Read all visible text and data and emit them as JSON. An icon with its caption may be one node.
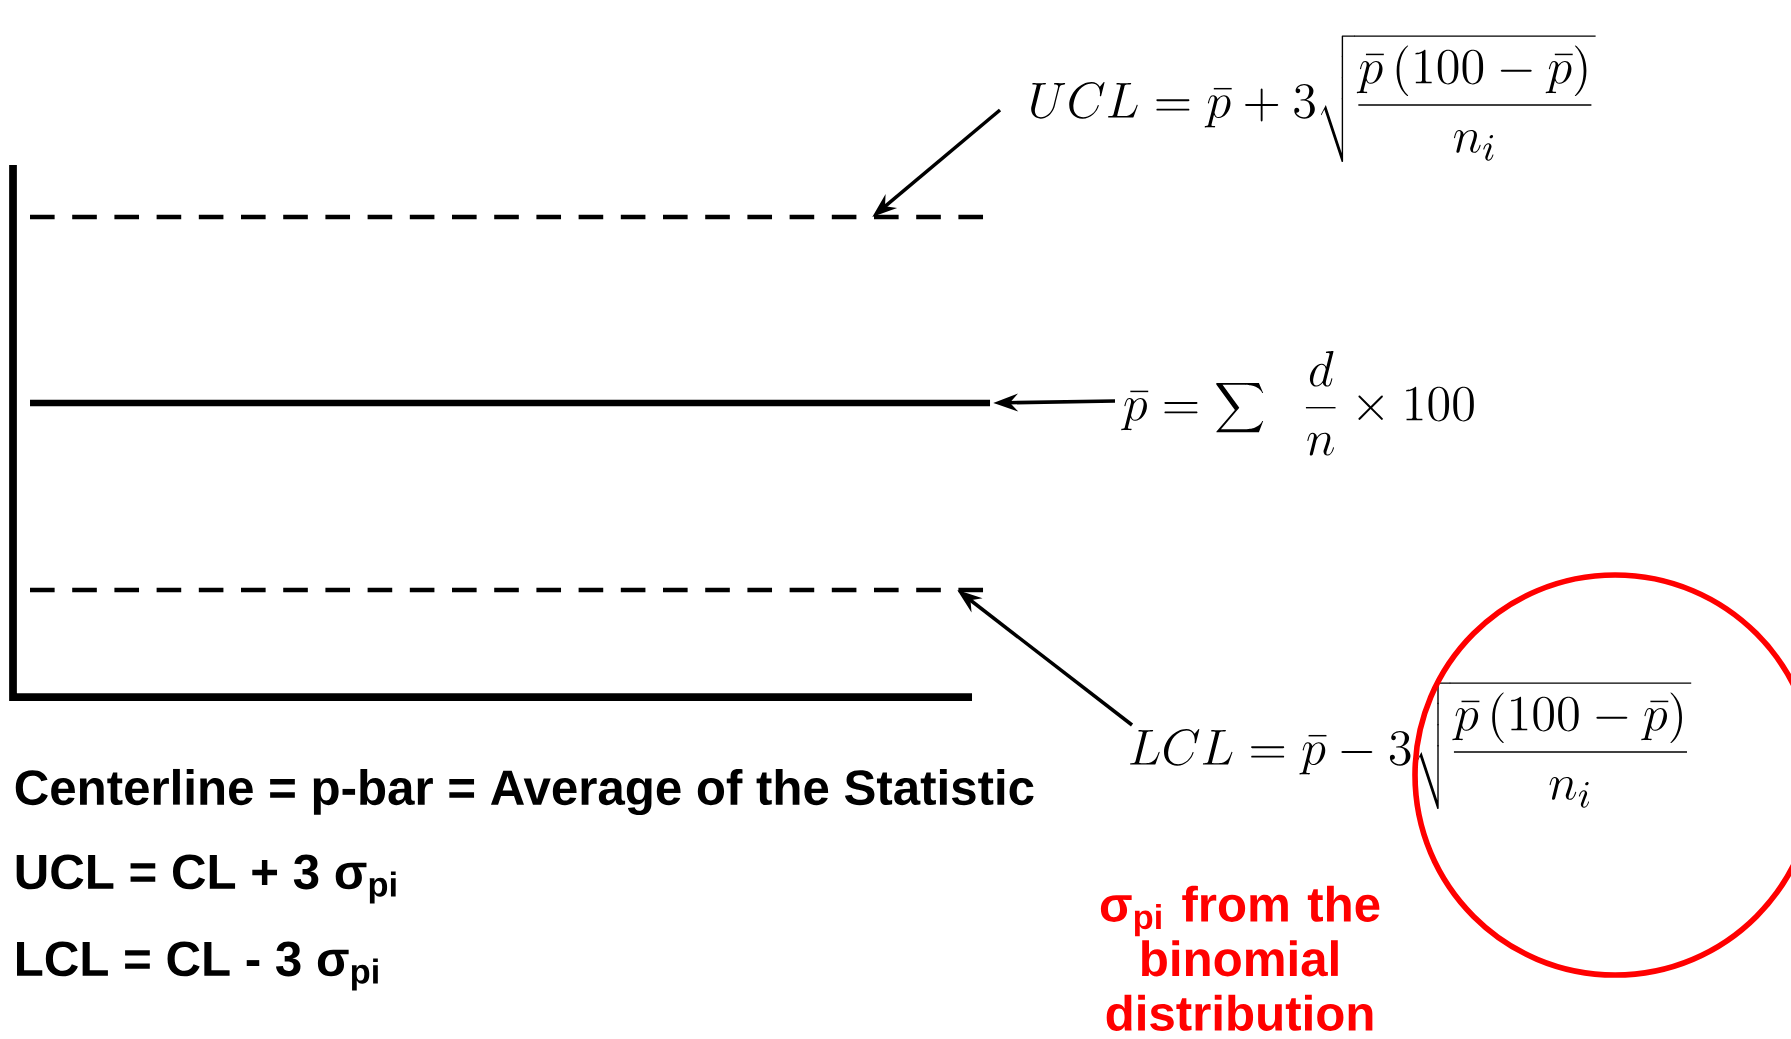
{
  "diagram": {
    "nodes": [
      {
        "text": [
          "UCL = \\bar{p} + 3\\sqrt{\\frac{\\bar{p}\\left(100-\\bar{p}\\right)}{n_i}}"
        ]
      },
      {
        "text": [],
        "shape": "line"
      },
      {
        "text": [
          "\\bar{p} = \\sum \\;\\; \\frac{d}{n}\\times 100"
        ]
      },
      {
        "text": [],
        "shape": "line"
      },
      {
        "text": [],
        "shape": "line"
      },
      {
        "text": [
          "LCL = \\bar{p} - 3\\sqrt{\\frac{\\bar{p}\\left(100-\\bar{p}\\right)}{n_i}}"
        ]
      }
    ],
    "edges": [
      {
        "from": 0,
        "to": 1,
        "arrow": "to"
      },
      {
        "from": 2,
        "to": 3,
        "arrow": "to"
      },
      {
        "from": 5,
        "to": 4,
        "arrow": "to"
      }
    ],
    "labels": [
      "Centerline = p-bar = Average of the Statistic",
      "UCL = CL + 3 σ$_{pi}$",
      "LCL = CL - 3 σ$_{pi}$",
      "σ$_{pi}$ from the binomial distribution"
    ]
  }
}
